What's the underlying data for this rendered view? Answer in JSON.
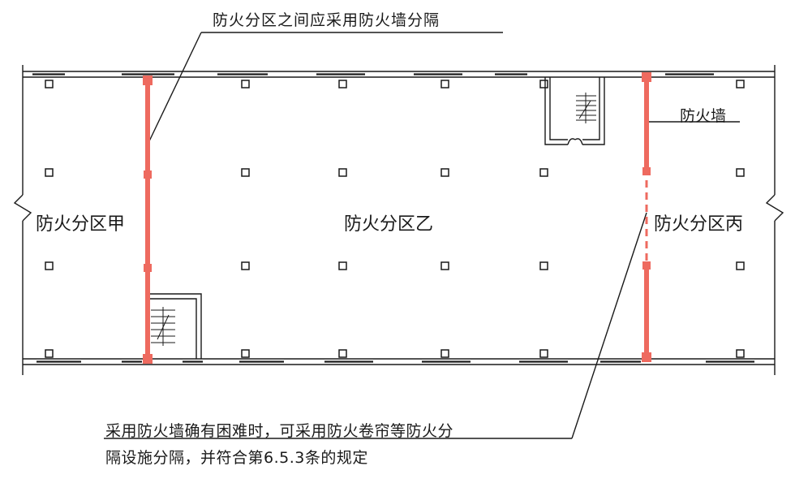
{
  "annotations": {
    "top_note": "防火分区之间应采用防火墙分隔",
    "fire_wall": "防火墙",
    "bottom_note_line1": "采用防火墙确有困难时，可采用防火卷帘等防火分",
    "bottom_note_line2": "隔设施分隔，并符合第6.5.3条的规定"
  },
  "zones": {
    "a": "防火分区甲",
    "b": "防火分区乙",
    "c": "防火分区丙"
  },
  "colors": {
    "fire_wall": "#ee6a5f",
    "line": "#1a1a1a",
    "background": "#ffffff"
  }
}
